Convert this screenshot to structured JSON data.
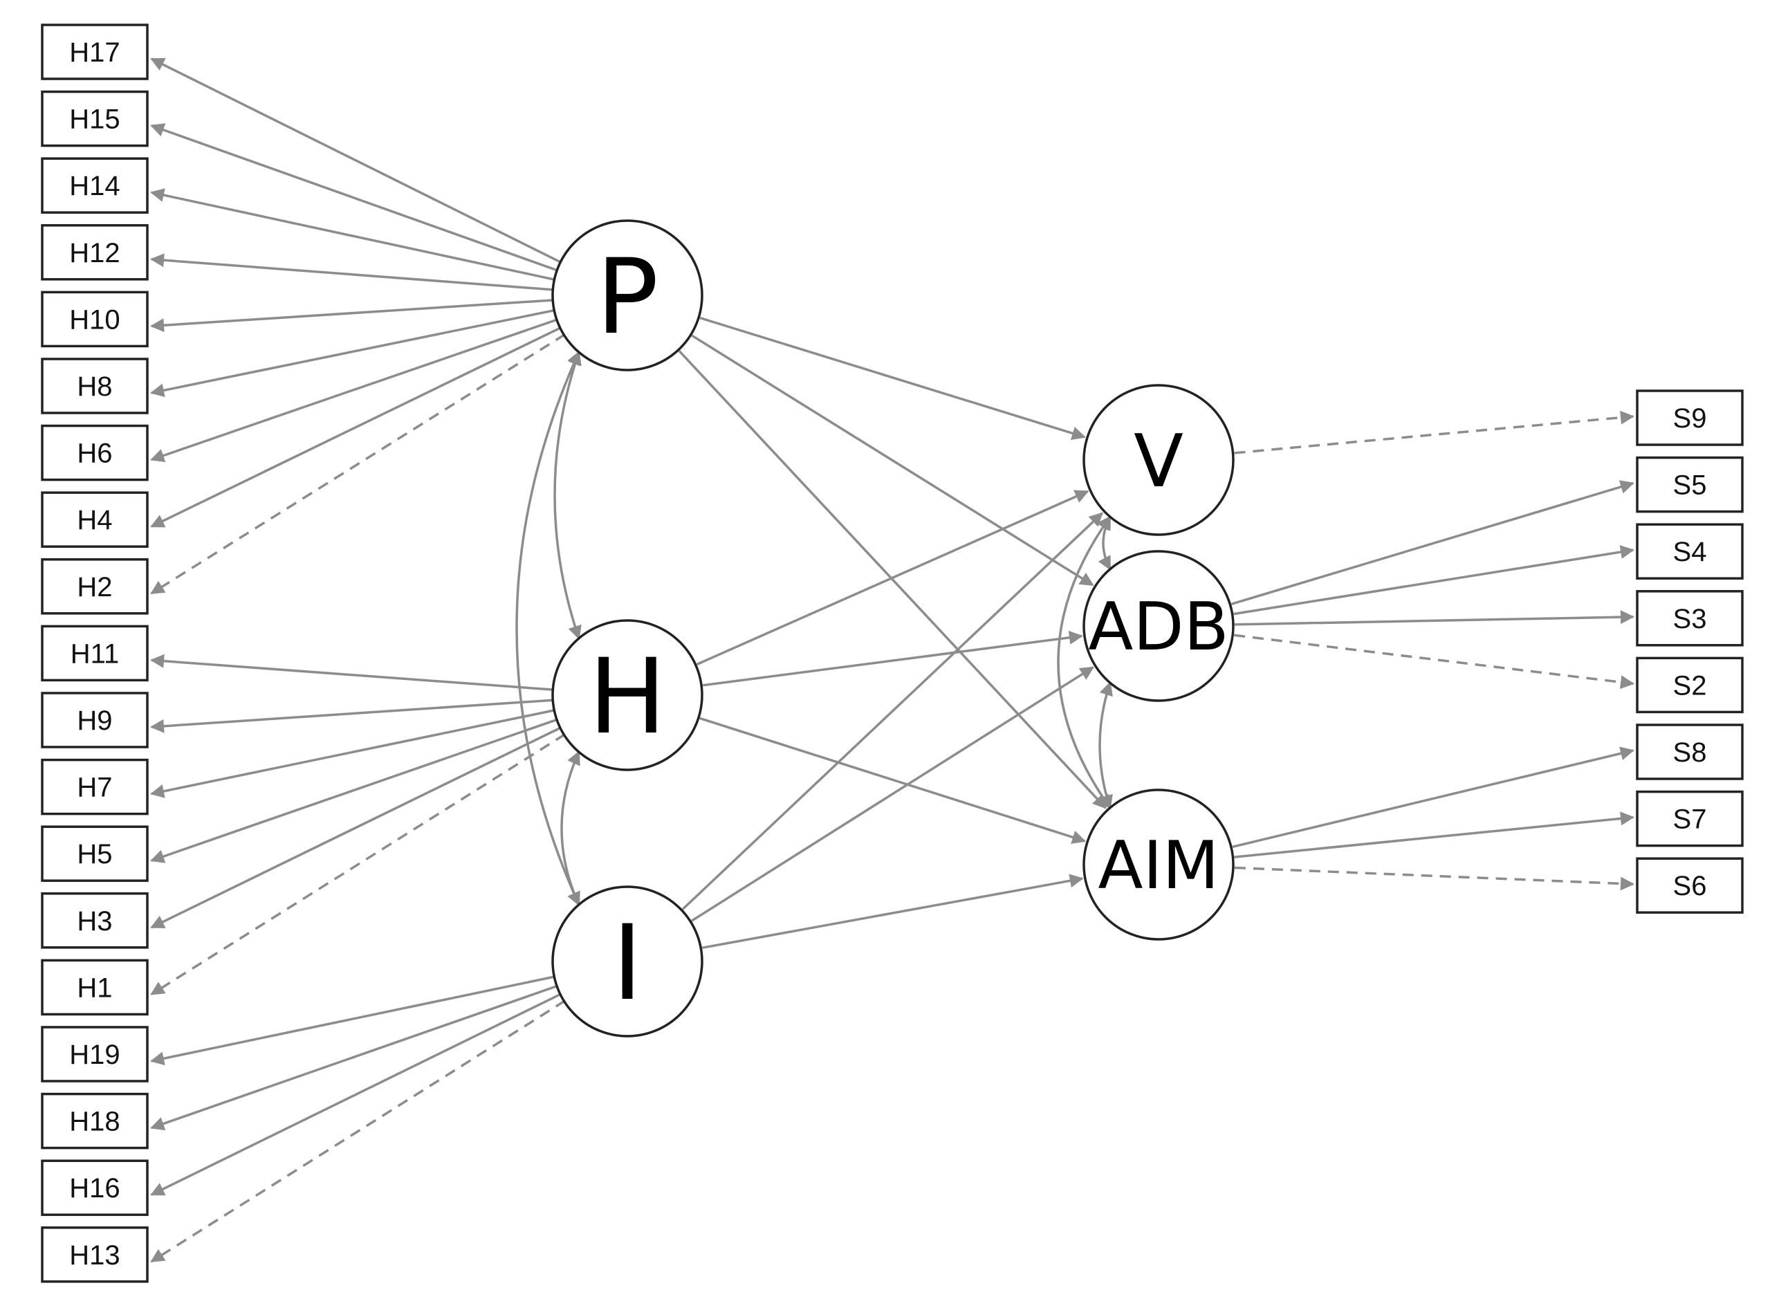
{
  "latent_nodes": [
    {
      "id": "P",
      "label": "P"
    },
    {
      "id": "H",
      "label": "H"
    },
    {
      "id": "I",
      "label": "I"
    },
    {
      "id": "V",
      "label": "V"
    },
    {
      "id": "ADB",
      "label": "ADB"
    },
    {
      "id": "AIM",
      "label": "AIM"
    }
  ],
  "left_indicators": [
    {
      "id": "H17",
      "label": "H17",
      "factor": "P",
      "dashed": false
    },
    {
      "id": "H15",
      "label": "H15",
      "factor": "P",
      "dashed": false
    },
    {
      "id": "H14",
      "label": "H14",
      "factor": "P",
      "dashed": false
    },
    {
      "id": "H12",
      "label": "H12",
      "factor": "P",
      "dashed": false
    },
    {
      "id": "H10",
      "label": "H10",
      "factor": "P",
      "dashed": false
    },
    {
      "id": "H8",
      "label": "H8",
      "factor": "P",
      "dashed": false
    },
    {
      "id": "H6",
      "label": "H6",
      "factor": "P",
      "dashed": false
    },
    {
      "id": "H4",
      "label": "H4",
      "factor": "P",
      "dashed": false
    },
    {
      "id": "H2",
      "label": "H2",
      "factor": "P",
      "dashed": true
    },
    {
      "id": "H11",
      "label": "H11",
      "factor": "H",
      "dashed": false
    },
    {
      "id": "H9",
      "label": "H9",
      "factor": "H",
      "dashed": false
    },
    {
      "id": "H7",
      "label": "H7",
      "factor": "H",
      "dashed": false
    },
    {
      "id": "H5",
      "label": "H5",
      "factor": "H",
      "dashed": false
    },
    {
      "id": "H3",
      "label": "H3",
      "factor": "H",
      "dashed": false
    },
    {
      "id": "H1",
      "label": "H1",
      "factor": "H",
      "dashed": true
    },
    {
      "id": "H19",
      "label": "H19",
      "factor": "I",
      "dashed": false
    },
    {
      "id": "H18",
      "label": "H18",
      "factor": "I",
      "dashed": false
    },
    {
      "id": "H16",
      "label": "H16",
      "factor": "I",
      "dashed": false
    },
    {
      "id": "H13",
      "label": "H13",
      "factor": "I",
      "dashed": true
    }
  ],
  "right_indicators": [
    {
      "id": "S9",
      "label": "S9",
      "factor": "V",
      "dashed": true
    },
    {
      "id": "S5",
      "label": "S5",
      "factor": "ADB",
      "dashed": false
    },
    {
      "id": "S4",
      "label": "S4",
      "factor": "ADB",
      "dashed": false
    },
    {
      "id": "S3",
      "label": "S3",
      "factor": "ADB",
      "dashed": false
    },
    {
      "id": "S2",
      "label": "S2",
      "factor": "ADB",
      "dashed": true
    },
    {
      "id": "S8",
      "label": "S8",
      "factor": "AIM",
      "dashed": false
    },
    {
      "id": "S7",
      "label": "S7",
      "factor": "AIM",
      "dashed": false
    },
    {
      "id": "S6",
      "label": "S6",
      "factor": "AIM",
      "dashed": true
    }
  ],
  "regression_paths": [
    {
      "from": "P",
      "to": "V"
    },
    {
      "from": "P",
      "to": "ADB"
    },
    {
      "from": "P",
      "to": "AIM"
    },
    {
      "from": "H",
      "to": "V"
    },
    {
      "from": "H",
      "to": "ADB"
    },
    {
      "from": "H",
      "to": "AIM"
    },
    {
      "from": "I",
      "to": "V"
    },
    {
      "from": "I",
      "to": "ADB"
    },
    {
      "from": "I",
      "to": "AIM"
    }
  ],
  "covariances": [
    {
      "a": "P",
      "b": "H"
    },
    {
      "a": "H",
      "b": "I"
    },
    {
      "a": "P",
      "b": "I"
    },
    {
      "a": "V",
      "b": "ADB"
    },
    {
      "a": "ADB",
      "b": "AIM"
    },
    {
      "a": "V",
      "b": "AIM"
    }
  ],
  "colors": {
    "edge": "#8c8c8c",
    "node_stroke": "#222222",
    "background": "#ffffff"
  }
}
